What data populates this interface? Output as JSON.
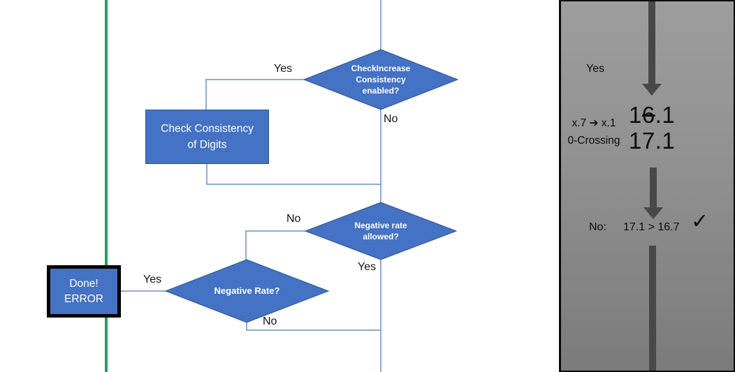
{
  "colors": {
    "shape_fill": "#4472C4",
    "shape_border": "#2F528F",
    "connector_blue": "#6D8EC4",
    "green_line": "#1EA45C",
    "arrow_gray": "#484848",
    "panel_gray_top": "#9D9D9D",
    "panel_gray_bottom": "#7B7B7B"
  },
  "flowchart": {
    "decision_consistency": {
      "line1": "CheckIncrease",
      "line2": "Consistency",
      "line3": "enabled?"
    },
    "process_check_digits": {
      "line1": "Check Consistency",
      "line2": "of Digits"
    },
    "decision_negative_allowed": {
      "line1": "Negative rate",
      "line2": "allowed?"
    },
    "decision_negative_rate": {
      "line1": "Negative Rate?"
    },
    "done_error_box": {
      "line1": "Done!",
      "line2": "ERROR"
    },
    "labels": {
      "consistency_yes": "Yes",
      "consistency_no": "No",
      "negative_allowed_no": "No",
      "negative_allowed_yes": "Yes",
      "negative_rate_yes": "Yes",
      "negative_rate_no": "No"
    }
  },
  "panel": {
    "yes_label": "Yes",
    "rule_line1": "x.7 ➔ x.1",
    "rule_line2": "0-Crossing",
    "old_value_prefix": "1",
    "old_value_struck": "6",
    "old_value_suffix": ".1",
    "new_value": "17.1",
    "no_label": "No:",
    "comparison": "17.1 > 16.7",
    "checkmark": "✓"
  }
}
